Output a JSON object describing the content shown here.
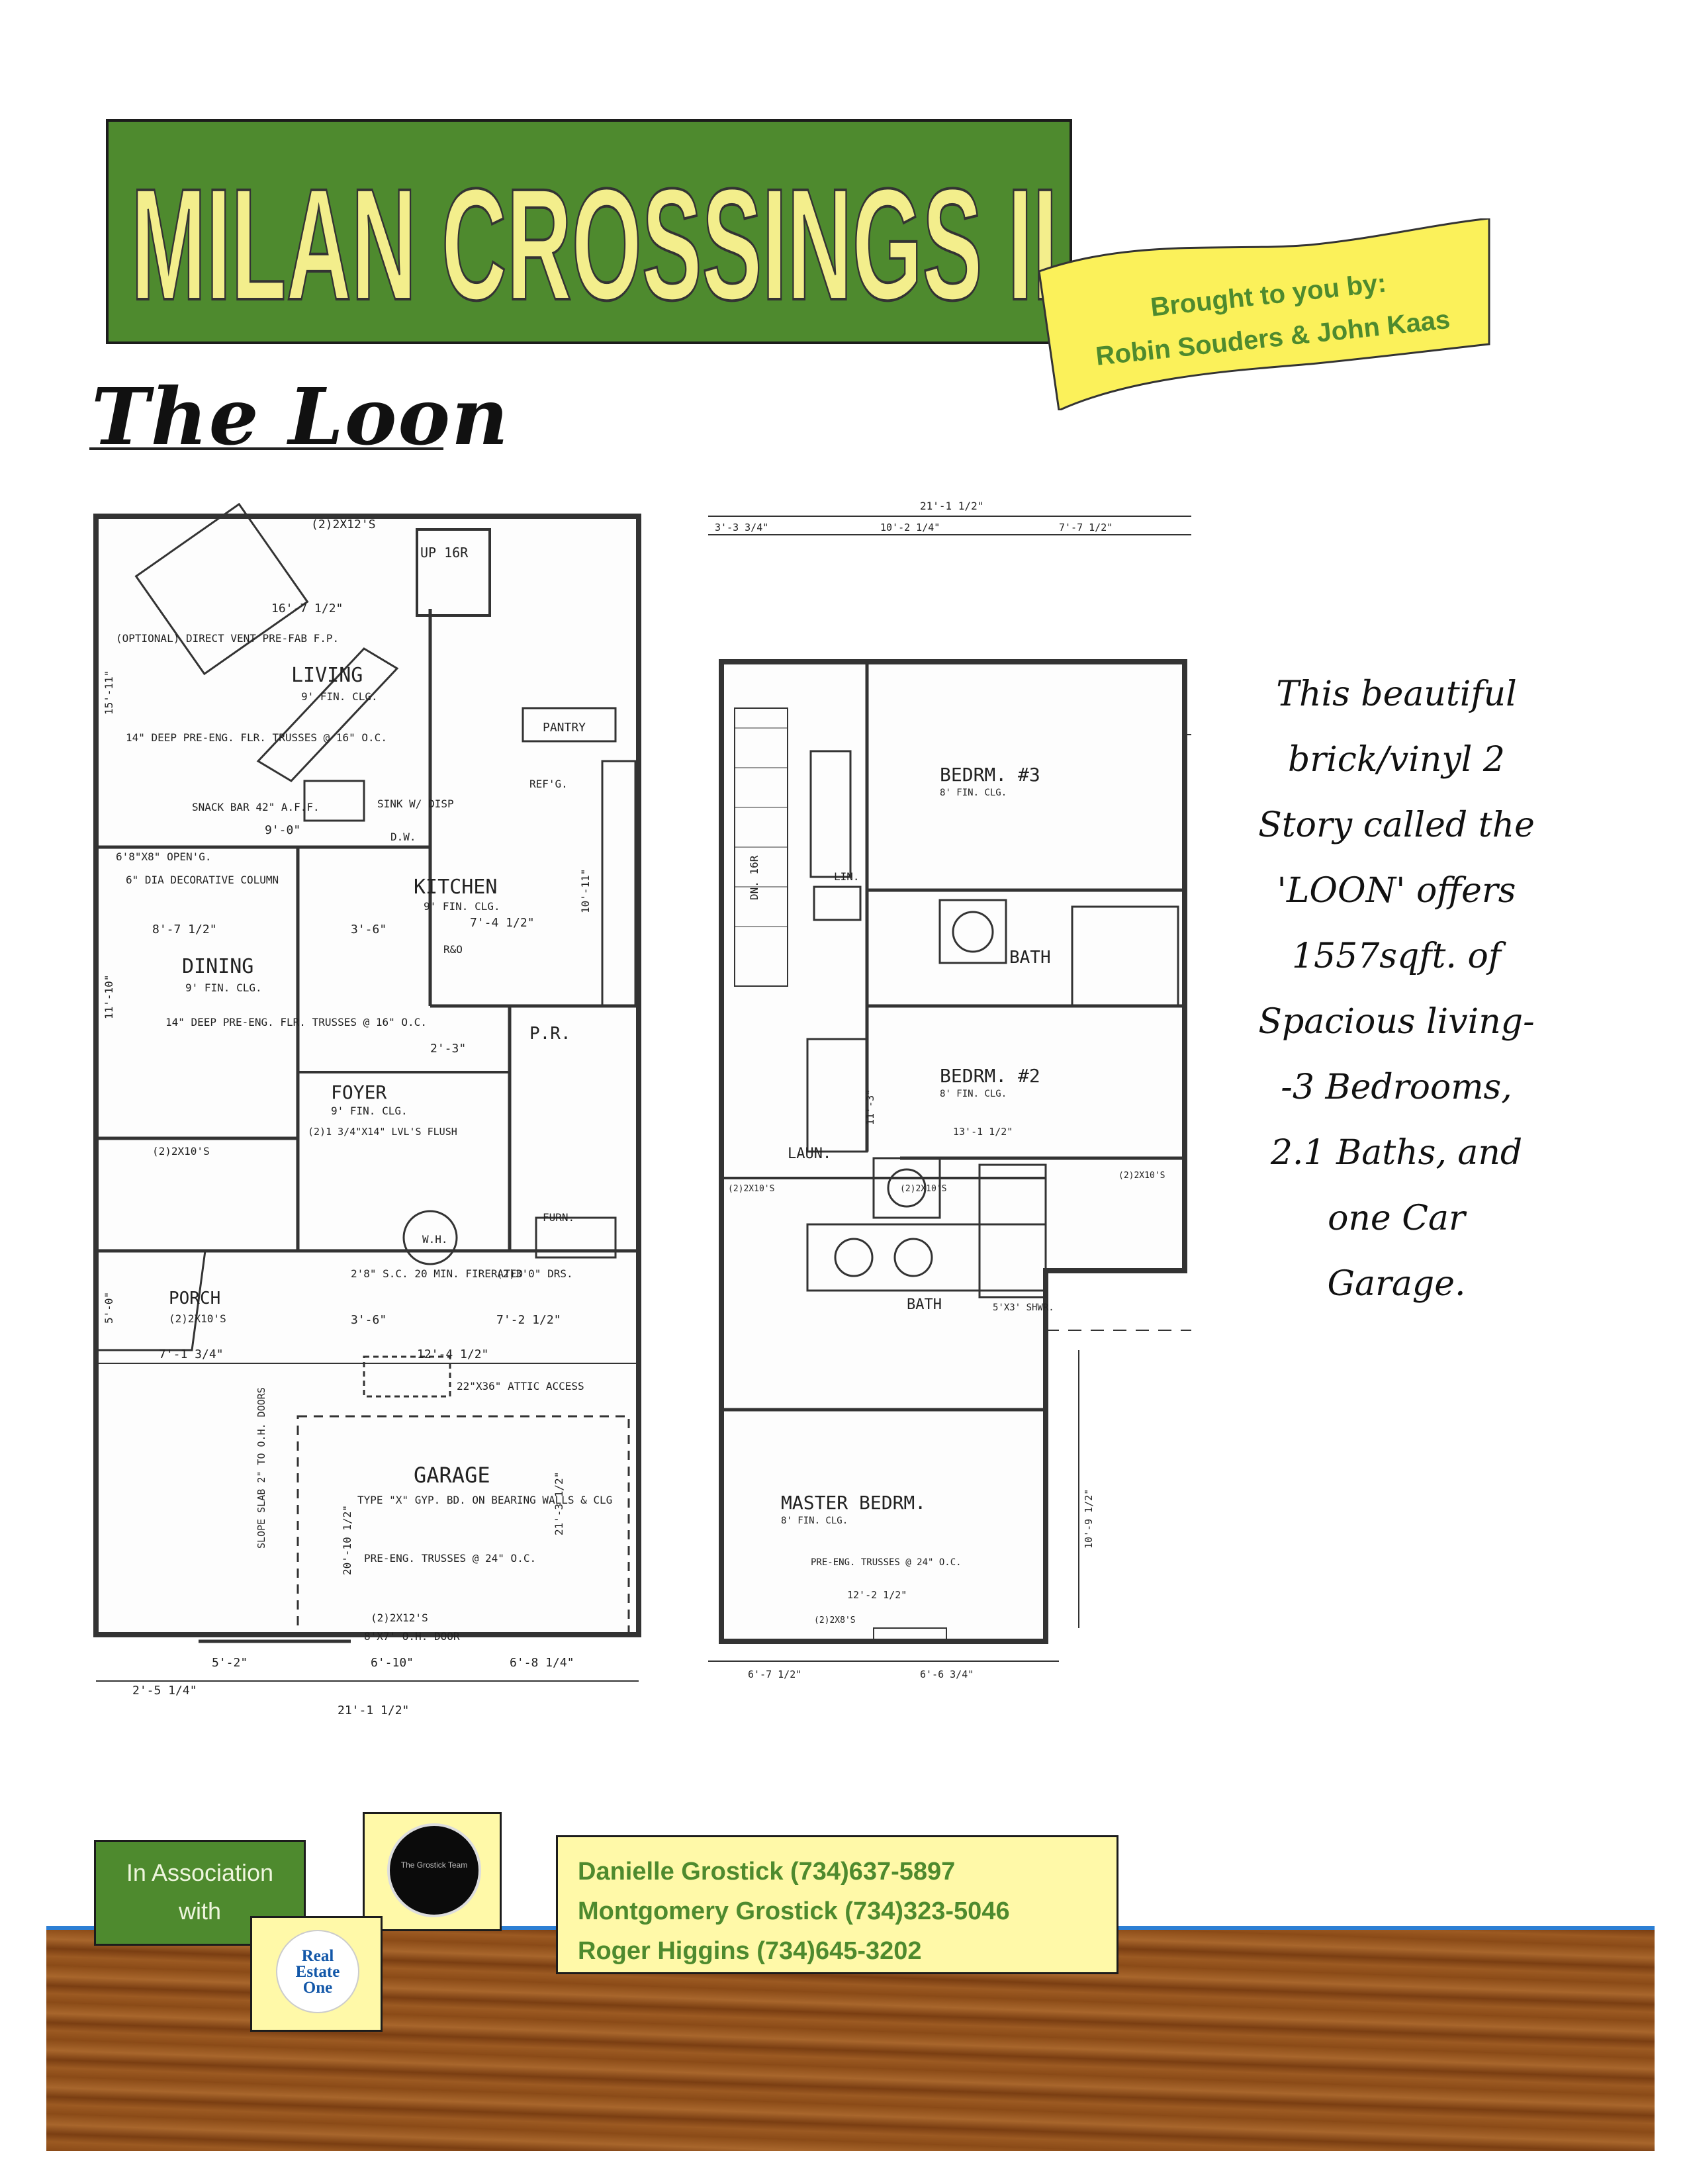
{
  "header": {
    "title": "MILAN CROSSINGS II",
    "ribbon_line1": "Brought to you by:",
    "ribbon_line2": "Robin Souders & John Kaas"
  },
  "model_name": "The Loon",
  "description": [
    "This beautiful",
    "brick/vinyl 2",
    "Story called the",
    "'LOON' offers",
    "1557sqft. of",
    "Spacious living-",
    "-3 Bedrooms,",
    "2.1 Baths, and",
    "one Car",
    "Garage."
  ],
  "first_floor": {
    "rooms": {
      "living": "LIVING",
      "living_clg": "9' FIN. CLG.",
      "kitchen": "KITCHEN",
      "kitchen_clg": "9' FIN. CLG.",
      "dining": "DINING",
      "dining_clg": "9' FIN. CLG.",
      "foyer": "FOYER",
      "foyer_clg": "9' FIN. CLG.",
      "pr": "P.R.",
      "porch": "PORCH",
      "garage": "GARAGE",
      "pantry": "PANTRY"
    },
    "notes": {
      "up": "UP 16R",
      "fireplace": "(OPTIONAL) DIRECT VENT PRE-FAB F.P.",
      "trusses1": "14\" DEEP PRE-ENG. FLR. TRUSSES @ 16\" O.C.",
      "trusses2": "14\" DEEP PRE-ENG. FLR. TRUSSES @ 16\" O.C.",
      "snack_bar": "SNACK BAR 42\" A.F.F.",
      "sink": "SINK W/ DISP",
      "refg": "REF'G.",
      "dw": "D.W.",
      "rao": "R&O",
      "wh": "W.H.",
      "furn": "FURN.",
      "opening": "6'8\"X8\" OPEN'G.",
      "column": "6\" DIA DECORATIVE COLUMN",
      "garage_note": "TYPE \"X\" GYP. BD. ON BEARING WALLS & CLG",
      "garage_trusses": "PRE-ENG. TRUSSES @ 24\" O.C.",
      "attic": "22\"X36\" ATTIC ACCESS",
      "slope": "SLOPE SLAB 2\" TO O.H. DOORS",
      "door": "8'X7' O.H. DOOR",
      "header_top": "(2)2X12'S",
      "header_garage": "(2)2X12'S",
      "header_porch1": "(2)2X10'S",
      "header_porch2": "(2)2X10'S",
      "lvl": "(2)1 3/4\"X14\" LVL'S FLUSH",
      "fire_door": "2'8\" S.C. 20 MIN. FIRERATED",
      "drs": "(2)3'0\" DRS."
    },
    "dims": {
      "d1": "16'-7 1/2\"",
      "d2": "9'-0\"",
      "d3": "8'-7 1/2\"",
      "d4": "3'-6\"",
      "d5": "7'-4 1/2\"",
      "d6": "2'-3\"",
      "d7": "7'-1 3/4\"",
      "d8": "12'-4 1/2\"",
      "d9": "7'-2 1/2\"",
      "d10": "3'-6\"",
      "d11": "5'-2\"",
      "d12": "6'-10\"",
      "d13": "6'-8 1/4\"",
      "d14": "2'-5 1/4\"",
      "d15": "21'-1 1/2\"",
      "v1": "15'-11\"",
      "v2": "11'-10\"",
      "v3": "5'-0\"",
      "v4": "20'-10 1/2\"",
      "v5": "21'-3 1/2\"",
      "v6": "10'-11\""
    }
  },
  "second_floor": {
    "rooms": {
      "bed3": "BEDRM. #3",
      "bed3_clg": "8' FIN. CLG.",
      "bed2": "BEDRM. #2",
      "bed2_clg": "8' FIN. CLG.",
      "master": "MASTER BEDRM.",
      "master_clg": "8' FIN. CLG.",
      "bath1": "BATH",
      "bath2": "BATH",
      "laun": "LAUN.",
      "lin": "LIN."
    },
    "notes": {
      "dn": "DN. 16R",
      "trusses": "PRE-ENG. TRUSSES @ 24\" O.C.",
      "shwr": "5'X3' SHWR.",
      "header1": "(2)2X10'S",
      "header2": "(2)2X10'S",
      "header3": "(2)2X10'S",
      "header4": "(2)2X8'S"
    },
    "dims": {
      "top": "21'-1 1/2\"",
      "t1": "3'-3 3/4\"",
      "t2": "10'-2 1/4\"",
      "t3": "7'-7 1/2\"",
      "m1": "13'-1 1/2\"",
      "m2": "12'-2 1/2\"",
      "b1": "6'-7 1/2\"",
      "b2": "6'-6 3/4\"",
      "v1": "10'-9 1/2\"",
      "v2": "11'-3\""
    }
  },
  "footer": {
    "assoc_line1": "In Association",
    "assoc_line2": "with",
    "team_logo_text": "The Grostick Team",
    "reo_line1": "Real",
    "reo_line2": "Estate",
    "reo_line3": "One",
    "contacts": [
      "Danielle Grostick (734)637-5897",
      "Montgomery Grostick (734)323-5046",
      "Roger Higgins (734)645-3202"
    ]
  },
  "colors": {
    "banner_green": "#4e8a2e",
    "title_yellow": "#f3ee8c",
    "ribbon_yellow": "#fbf15a",
    "panel_yellow": "#fff9a8",
    "wood": "#8a4a17",
    "reo_blue": "#1257a8"
  }
}
